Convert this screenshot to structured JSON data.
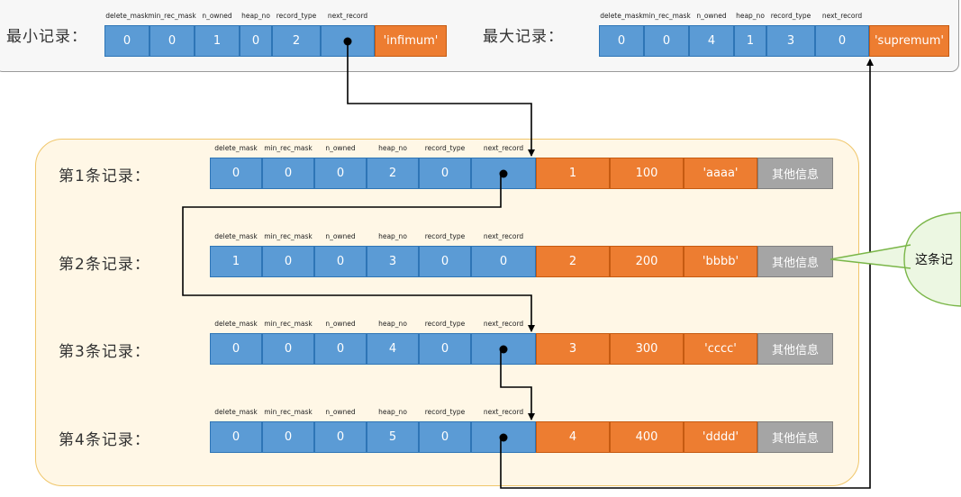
{
  "headers": [
    "delete_mask",
    "min_rec_mask",
    "n_owned",
    "heap_no",
    "record_type",
    "next_record"
  ],
  "min_record": {
    "label": "最小记录：",
    "header_values": [
      "0",
      "0",
      "1",
      "0",
      "2",
      ""
    ],
    "data": [
      "'infimum'"
    ]
  },
  "max_record": {
    "label": "最大记录：",
    "header_values": [
      "0",
      "0",
      "4",
      "1",
      "3",
      "0"
    ],
    "data": [
      "'supremum'"
    ]
  },
  "records": [
    {
      "label": "第1条记录：",
      "header_values": [
        "0",
        "0",
        "0",
        "2",
        "0",
        ""
      ],
      "data": [
        "1",
        "100",
        "'aaaa'"
      ],
      "other": "其他信息",
      "pointer": true
    },
    {
      "label": "第2条记录：",
      "header_values": [
        "1",
        "0",
        "0",
        "3",
        "0",
        "0"
      ],
      "data": [
        "2",
        "200",
        "'bbbb'"
      ],
      "other": "其他信息",
      "pointer": false
    },
    {
      "label": "第3条记录：",
      "header_values": [
        "0",
        "0",
        "0",
        "4",
        "0",
        ""
      ],
      "data": [
        "3",
        "300",
        "'cccc'"
      ],
      "other": "其他信息",
      "pointer": true
    },
    {
      "label": "第4条记录：",
      "header_values": [
        "0",
        "0",
        "0",
        "5",
        "0",
        ""
      ],
      "data": [
        "4",
        "400",
        "'dddd'"
      ],
      "other": "其他信息",
      "pointer": true
    }
  ],
  "callout": {
    "text": "这条记"
  },
  "colors": {
    "header": "#5b9bd5",
    "data": "#ed7d31",
    "other": "#a5a5a5",
    "panel": "#fff7e6"
  }
}
